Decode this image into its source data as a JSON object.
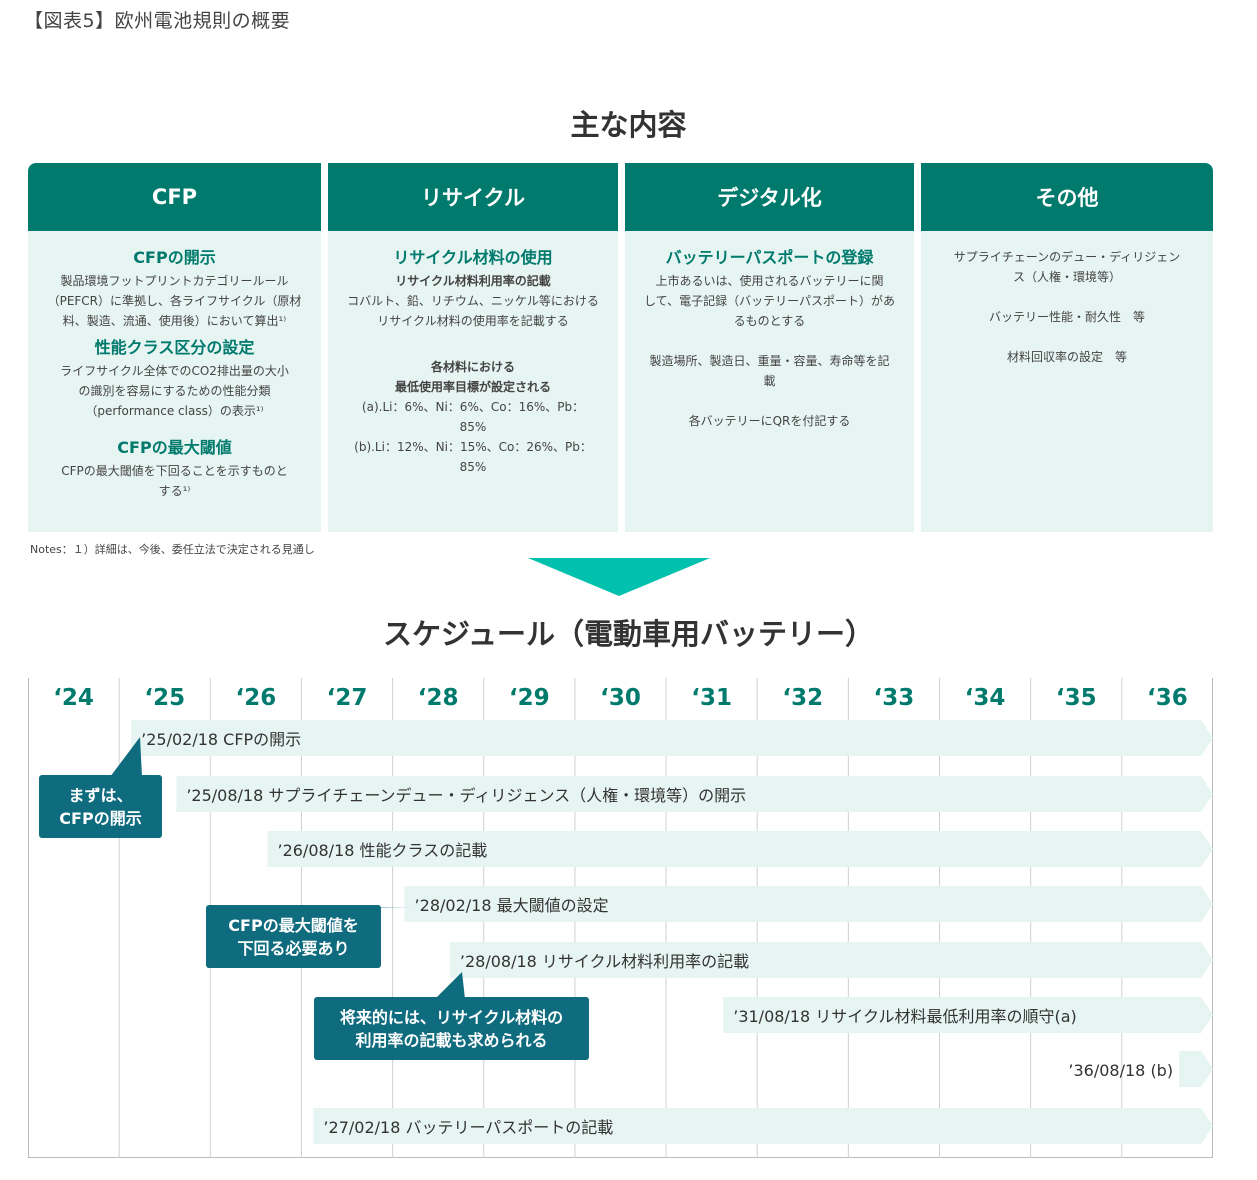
{
  "figure_title": "【図表5】欧州電池規則の概要",
  "main_title": "主な内容",
  "columns": [
    {
      "header": "CFP",
      "blocks": [
        {
          "sub": "CFPの開示",
          "lines": [
            "製品環境フットプリントカテゴリールール",
            "（PEFCR）に準拠し、各ライフサイクル（原材",
            "料、製造、流通、使用後）において算出¹⁾"
          ]
        },
        {
          "sub": "性能クラス区分の設定",
          "lines": [
            "ライフサイクル全体でのCO2排出量の大小",
            "の識別を容易にするための性能分類",
            "（performance class）の表示¹⁾"
          ]
        },
        {
          "sub": "CFPの最大閾値",
          "lines": [
            "CFPの最大閾値を下回ることを示すものと",
            "する¹⁾"
          ]
        }
      ]
    },
    {
      "header": "リサイクル",
      "sub": "リサイクル材料の使用",
      "lines_a": [
        "リサイクル材料利用率の記載",
        "コバルト、鉛、リチウム、ニッケル等における",
        "リサイクル材料の使用率を記載する"
      ],
      "lines_b": [
        "各材料における",
        "最低使用率目標が設定される",
        "(a).Li：6%、Ni：6%、Co：16%、Pb：",
        "85%",
        "(b).Li：12%、Ni：15%、Co：26%、Pb：",
        "85%"
      ]
    },
    {
      "header": "デジタル化",
      "sub": "バッテリーパスポートの登録",
      "lines_a": [
        "上市あるいは、使用されるバッテリーに関",
        "して、電子記録（バッテリーパスポート）があ",
        "るものとする"
      ],
      "lines_b": [
        "製造場所、製造日、重量・容量、寿命等を記",
        "載"
      ],
      "lines_c": [
        "各バッテリーにQRを付記する"
      ]
    },
    {
      "header": "その他",
      "lines_a": [
        "サプライチェーンのデュー・ディリジェン",
        "ス（人権・環境等）"
      ],
      "line_b": "バッテリー性能・耐久性　等",
      "line_c": "材料回収率の設定　等"
    }
  ],
  "notes": "Notes：１）詳細は、今後、委任立法で決定される見通し",
  "schedule_title": "スケジュール（電動車用バッテリー）",
  "chart_data": {
    "type": "timeline",
    "years": [
      "‘24",
      "‘25",
      "‘26",
      "‘27",
      "‘28",
      "‘29",
      "‘30",
      "‘31",
      "‘32",
      "‘33",
      "‘34",
      "‘35",
      "‘36"
    ],
    "year_start": 2024,
    "bars": [
      {
        "start": "2025-02-18",
        "label": "’25/02/18  CFPの開示"
      },
      {
        "start": "2025-08-18",
        "label": "’25/08/18  サプライチェーンデュー・ディリジェンス（人権・環境等）の開示"
      },
      {
        "start": "2026-08-18",
        "label": "’26/08/18  性能クラスの記載"
      },
      {
        "start": "2028-02-18",
        "label": "’28/02/18  最大閾値の設定"
      },
      {
        "start": "2028-08-18",
        "label": "’28/08/18  リサイクル材料利用率の記載"
      },
      {
        "start": "2031-08-18",
        "label": "’31/08/18  リサイクル材料最低利用率の順守(a)"
      },
      {
        "start": "2036-08-18",
        "label": "’36/08/18  (b)"
      },
      {
        "start": "2027-02-18",
        "label": "’27/02/18  バッテリーパスポートの記載"
      }
    ],
    "colors": {
      "bar": "#e6f4f2",
      "accent": "#007a6c",
      "callout": "#0f6b7e",
      "arrow": "#00c1ae"
    }
  },
  "callouts": [
    "まずは、\nCFPの開示",
    "CFPの最大閾値を\n下回る必要あり",
    "将来的には、リサイクル材料の\n利用率の記載も求められる"
  ]
}
